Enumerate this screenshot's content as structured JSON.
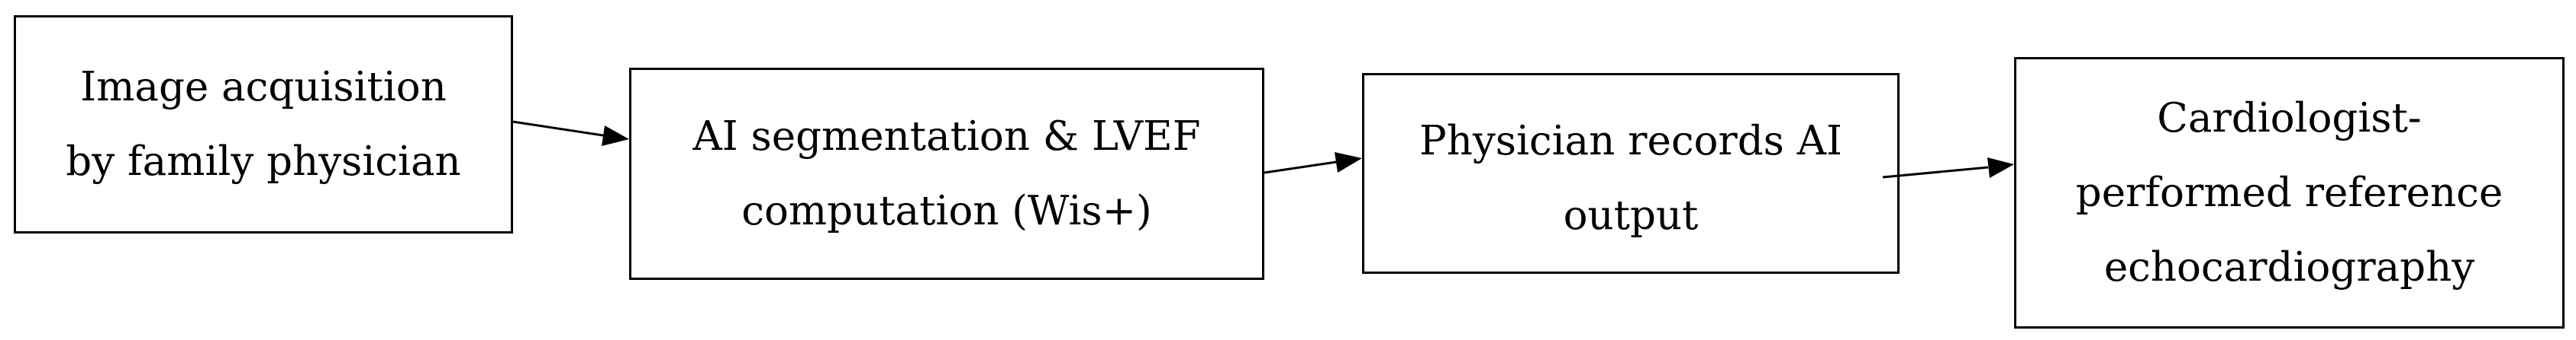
{
  "diagram": {
    "boxes": [
      {
        "id": "acquisition",
        "text": "Image acquisition\nby family physician"
      },
      {
        "id": "segmentation",
        "text": "AI segmentation & LVEF\ncomputation (Wis+)"
      },
      {
        "id": "recording",
        "text": "Physician records AI\noutput"
      },
      {
        "id": "reference",
        "text": "Cardiologist-\nperformed reference\nechocardiography"
      }
    ],
    "connectors": [
      {
        "from": "acquisition",
        "to": "segmentation"
      },
      {
        "from": "segmentation",
        "to": "recording"
      },
      {
        "from": "recording",
        "to": "reference"
      }
    ]
  }
}
